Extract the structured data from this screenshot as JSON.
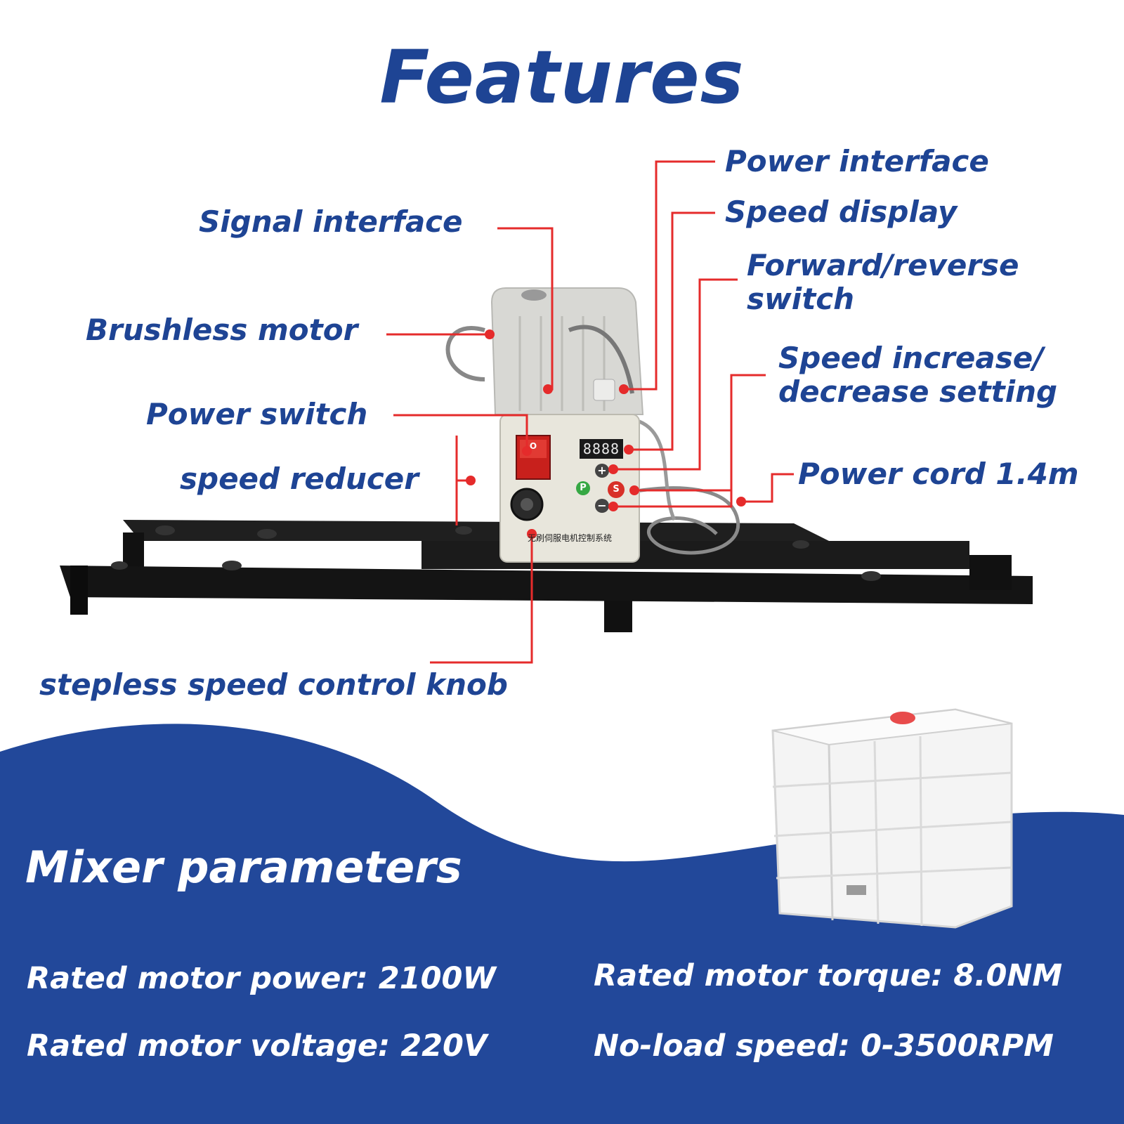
{
  "title": "Features",
  "labels": {
    "power_interface": "Power interface",
    "signal_interface": "Signal interface",
    "speed_display": "Speed display",
    "forward_reverse_switch": "Forward/reverse switch",
    "brushless_motor": "Brushless motor",
    "speed_increase_decrease": "Speed increase/ decrease setting",
    "power_switch": "Power switch",
    "speed_reducer": "speed reducer",
    "power_cord": "Power cord 1.4m",
    "stepless_knob": "stepless speed control knob"
  },
  "control_box": {
    "display_digits": "8888",
    "p_button": "P",
    "s_button": "S",
    "plus": "+",
    "minus": "−",
    "switch_mark": "O",
    "panel_caption": "无刷伺服电机控制系统"
  },
  "params": {
    "heading": "Mixer parameters",
    "rated_power": "Rated motor power: 2100W",
    "rated_torque": "Rated motor torque: 8.0NM",
    "rated_voltage": "Rated motor voltage: 220V",
    "no_load_speed": "No-load speed: 0-3500RPM"
  },
  "colors": {
    "brand_blue": "#1e4494",
    "callout_red": "#e52b2b",
    "rail_black": "#141414",
    "motor_grey": "#d9d9d6",
    "panel_beige": "#e8e6dc"
  }
}
